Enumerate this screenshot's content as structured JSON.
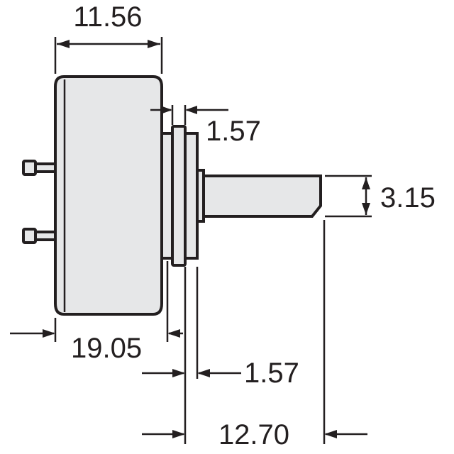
{
  "dimensions": {
    "body_depth": "11.56",
    "bushing_flange": "1.57",
    "shaft_flat": "3.15",
    "body_diameter": "19.05",
    "bushing_length": "1.57",
    "shaft_length": "12.70"
  },
  "colors": {
    "line": "#231f20",
    "body_fill": "#e6e7e8",
    "background": "#ffffff"
  }
}
